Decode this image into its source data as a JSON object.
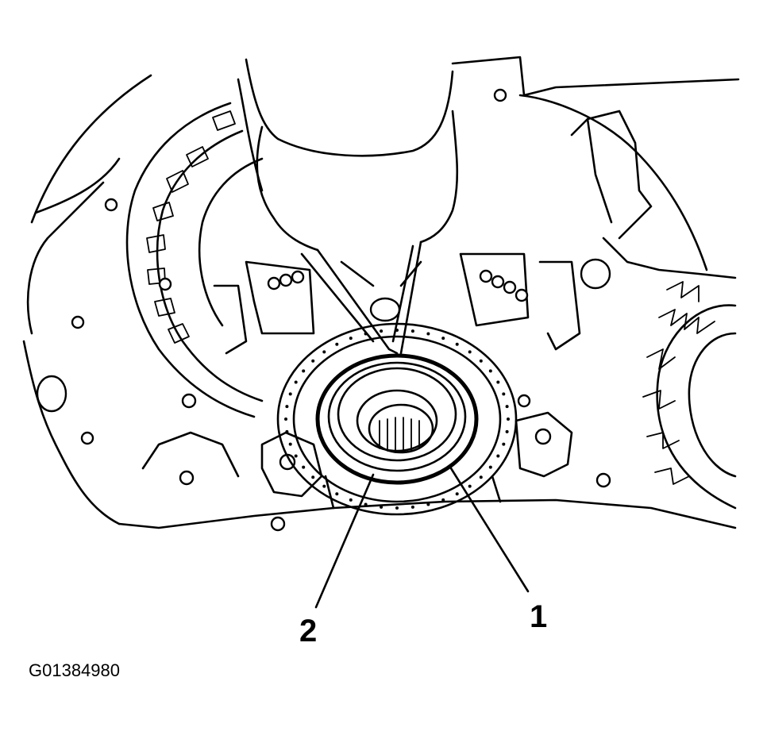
{
  "callouts": {
    "one": "1",
    "two": "2"
  },
  "figure_id": "G01384980"
}
